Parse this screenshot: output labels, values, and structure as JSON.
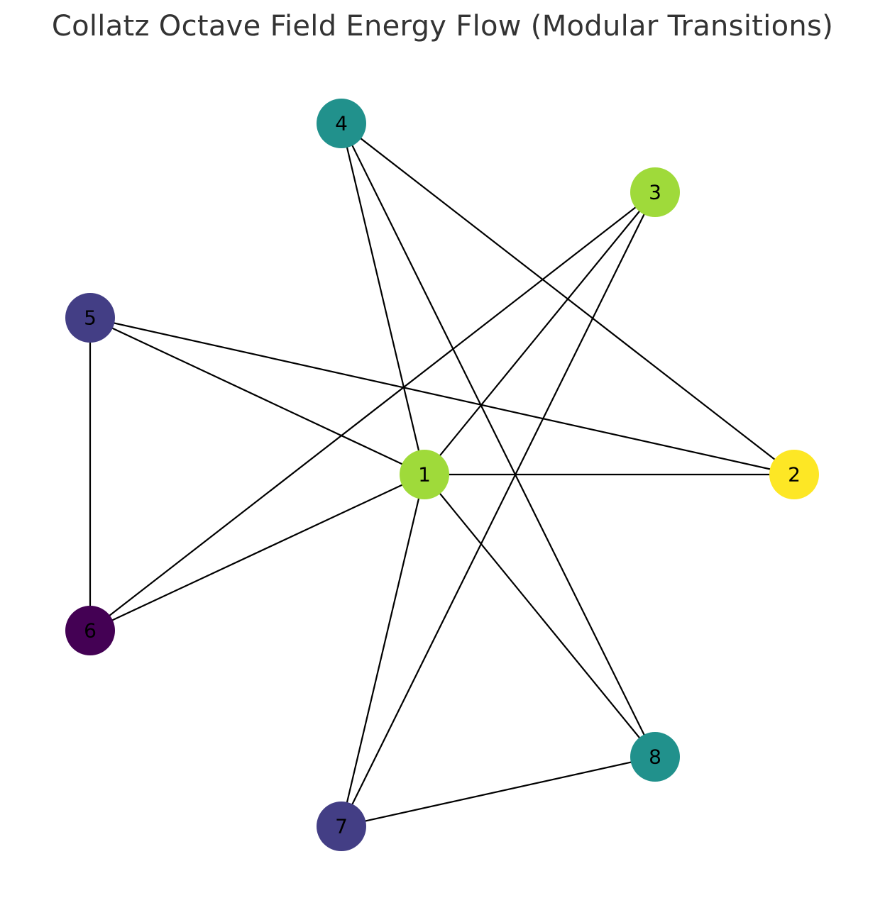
{
  "title": "Collatz Octave Field Energy Flow (Modular Transitions)",
  "nodes": [
    {
      "id": "1",
      "label": "1",
      "color": "#9fda3a"
    },
    {
      "id": "2",
      "label": "2",
      "color": "#fde725"
    },
    {
      "id": "3",
      "label": "3",
      "color": "#9fda3a"
    },
    {
      "id": "4",
      "label": "4",
      "color": "#21918c"
    },
    {
      "id": "5",
      "label": "5",
      "color": "#433e85"
    },
    {
      "id": "6",
      "label": "6",
      "color": "#440154"
    },
    {
      "id": "7",
      "label": "7",
      "color": "#433e85"
    },
    {
      "id": "8",
      "label": "8",
      "color": "#21918c"
    }
  ],
  "edges": [
    [
      "1",
      "2"
    ],
    [
      "1",
      "3"
    ],
    [
      "1",
      "4"
    ],
    [
      "1",
      "5"
    ],
    [
      "1",
      "6"
    ],
    [
      "1",
      "7"
    ],
    [
      "1",
      "8"
    ],
    [
      "2",
      "4"
    ],
    [
      "2",
      "5"
    ],
    [
      "3",
      "6"
    ],
    [
      "3",
      "7"
    ],
    [
      "4",
      "8"
    ],
    [
      "5",
      "6"
    ],
    [
      "7",
      "8"
    ]
  ]
}
